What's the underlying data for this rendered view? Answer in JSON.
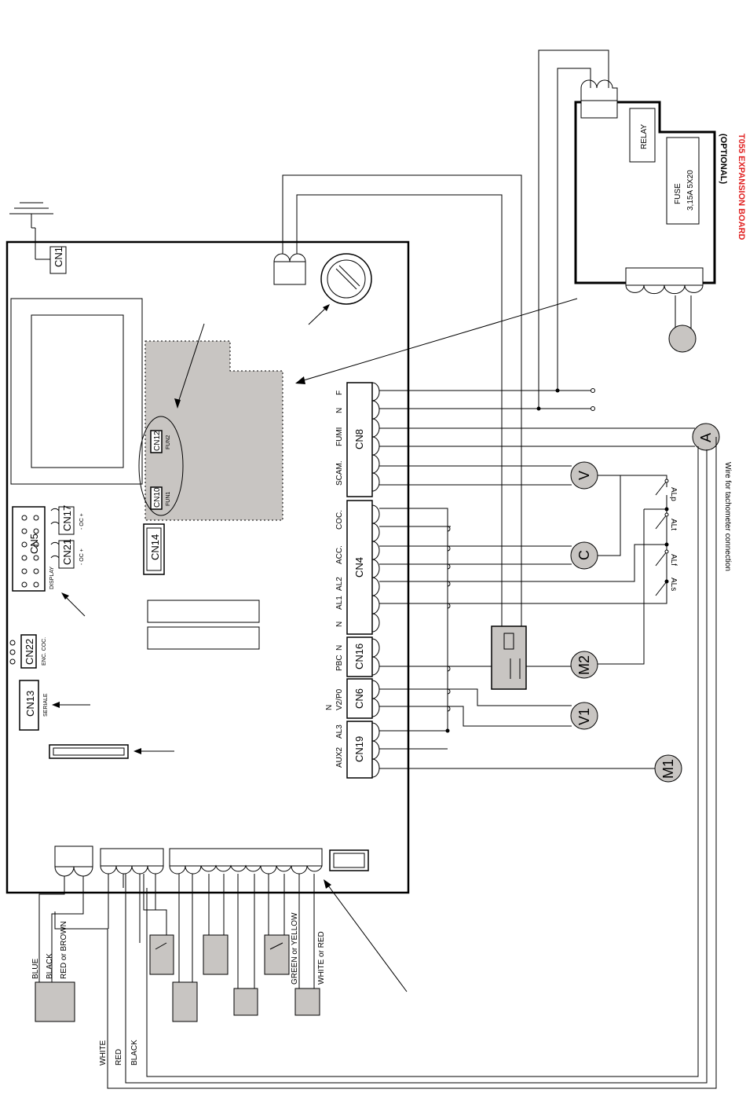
{
  "expansion": {
    "title": "T055 EXPANSION BOARD",
    "optional": "(OPTIONAL)",
    "relay": "RELAY",
    "fuse_line1": "FUSE",
    "fuse_line2": "3,15A  5X20"
  },
  "connectors": {
    "cn1": "CN1",
    "cn5": "CN5",
    "cn10": "CN10",
    "cn12": "CN12",
    "cn13": "CN13",
    "cn14": "CN14",
    "cn17": "CN17",
    "cn21": "CN21",
    "cn22": "CN22",
    "cn8": "CN8",
    "cn4": "CN4",
    "cn16": "CN16",
    "cn6": "CN6",
    "cn19": "CN19"
  },
  "board_labels": {
    "fun1": "FUN1",
    "fun2": "FUN2",
    "display": "DISPLAY",
    "oc_plus_1": "- OC +",
    "oc_plus_2": "- OC +",
    "enc_coc": "ENC. COC.",
    "seriale": "SERIALE"
  },
  "terminals": [
    "F",
    "N",
    "FUMI",
    "SCAM.",
    "COC.",
    "ACC.",
    "AL2",
    "AL1",
    "N",
    "N",
    "PBC",
    "V2/P0",
    "N",
    "AL3",
    "AUX2"
  ],
  "components": {
    "a": "A",
    "v": "V",
    "c": "C",
    "m2": "M2",
    "v1": "V1",
    "m1": "M1"
  },
  "alarms": [
    "ALp",
    "ALt",
    "ALf",
    "ALs"
  ],
  "tacho_note": "Wire for tachometer connection",
  "bottom_wires": {
    "blue": "BLUE",
    "black": "BLACK",
    "red_brown": "RED or BROWN",
    "green_yellow": "GREEN or YELLOW",
    "white_red": "WHITE or RED",
    "white": "WHITE",
    "red": "RED",
    "black2": "BLACK"
  }
}
